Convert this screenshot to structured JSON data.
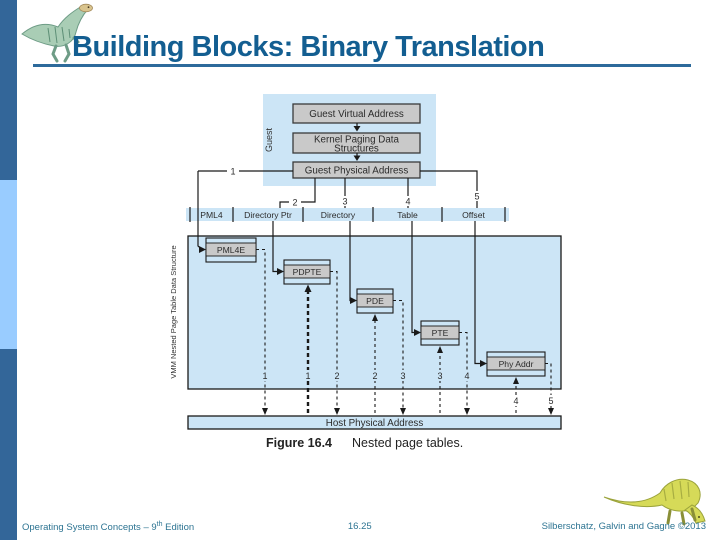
{
  "slide": {
    "title": "Building Blocks: Binary Translation",
    "page_number": "16.25",
    "footer_left_main": "Operating System Concepts – 9",
    "footer_left_sup": "th",
    "footer_left_tail": " Edition",
    "footer_right": "Silberschatz, Galvin and Gagne ©2013"
  },
  "diagram": {
    "guest_group_label": "Guest",
    "guest_virtual_address": "Guest Virtual Address",
    "kernel_paging_line1": "Kernel Paging Data",
    "kernel_paging_line2": "Structures",
    "guest_physical_address": "Guest Physical Address",
    "address_fields": [
      "PML4",
      "Directory Ptr",
      "Directory",
      "Table",
      "Offset"
    ],
    "vmm_group_label": "VMM Nested Page Table Data Structure",
    "entries": [
      "PML4E",
      "PDPTE",
      "PDE",
      "PTE",
      "Phy Addr"
    ],
    "host_physical_address": "Host Physical Address",
    "caption_label": "Figure 16.4",
    "caption_text": "Nested page tables.",
    "numbers": [
      "1",
      "2",
      "3",
      "4",
      "5"
    ]
  },
  "colors": {
    "title": "#135e91",
    "accent_dark": "#336699",
    "accent_light": "#99ccff",
    "diagram_fill": "#cce5f6",
    "entry_fill": "#c9c9c9",
    "footer_text": "#2d7492"
  }
}
